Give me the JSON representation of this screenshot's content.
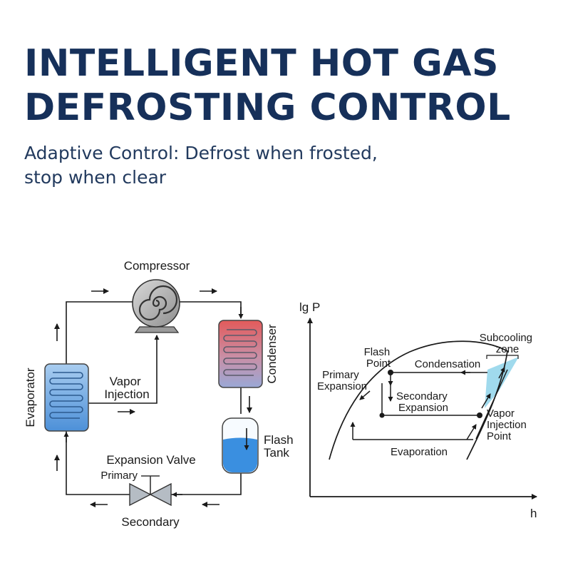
{
  "header": {
    "title_line1": "INTELLIGENT HOT GAS",
    "title_line2": "DEFROSTING CONTROL",
    "subtitle_line1": "Adaptive Control: Defrost when frosted,",
    "subtitle_line2": "stop when clear"
  },
  "cycle_diagram": {
    "compressor": "Compressor",
    "condenser": "Condenser",
    "evaporator": "Evaporator",
    "vapor_injection": [
      "Vapor",
      "Injection"
    ],
    "flash_tank": [
      "Flash",
      "Tank"
    ],
    "expansion_valve": "Expansion Valve",
    "primary": "Primary",
    "secondary": "Secondary"
  },
  "ph_diagram": {
    "y_axis": "lg P",
    "x_axis": "h",
    "subcooling_zone": [
      "Subcooling",
      "zone"
    ],
    "flash_point": [
      "Flash",
      "Point"
    ],
    "condensation": "Condensation",
    "primary_expansion": [
      "Primary",
      "Expansion"
    ],
    "secondary_expansion": [
      "Secondary",
      "Expansion"
    ],
    "vapor_injection_point": [
      "Vapor",
      "Injection",
      "Point"
    ],
    "evaporation": "Evaporation"
  },
  "colors": {
    "title": "#16305a",
    "condenser_top": "#e35a5a",
    "evaporator": "#7fb6ea",
    "flash_tank_liquid": "#3a8fe0",
    "subcooling_zone": "#8fd3ea"
  }
}
